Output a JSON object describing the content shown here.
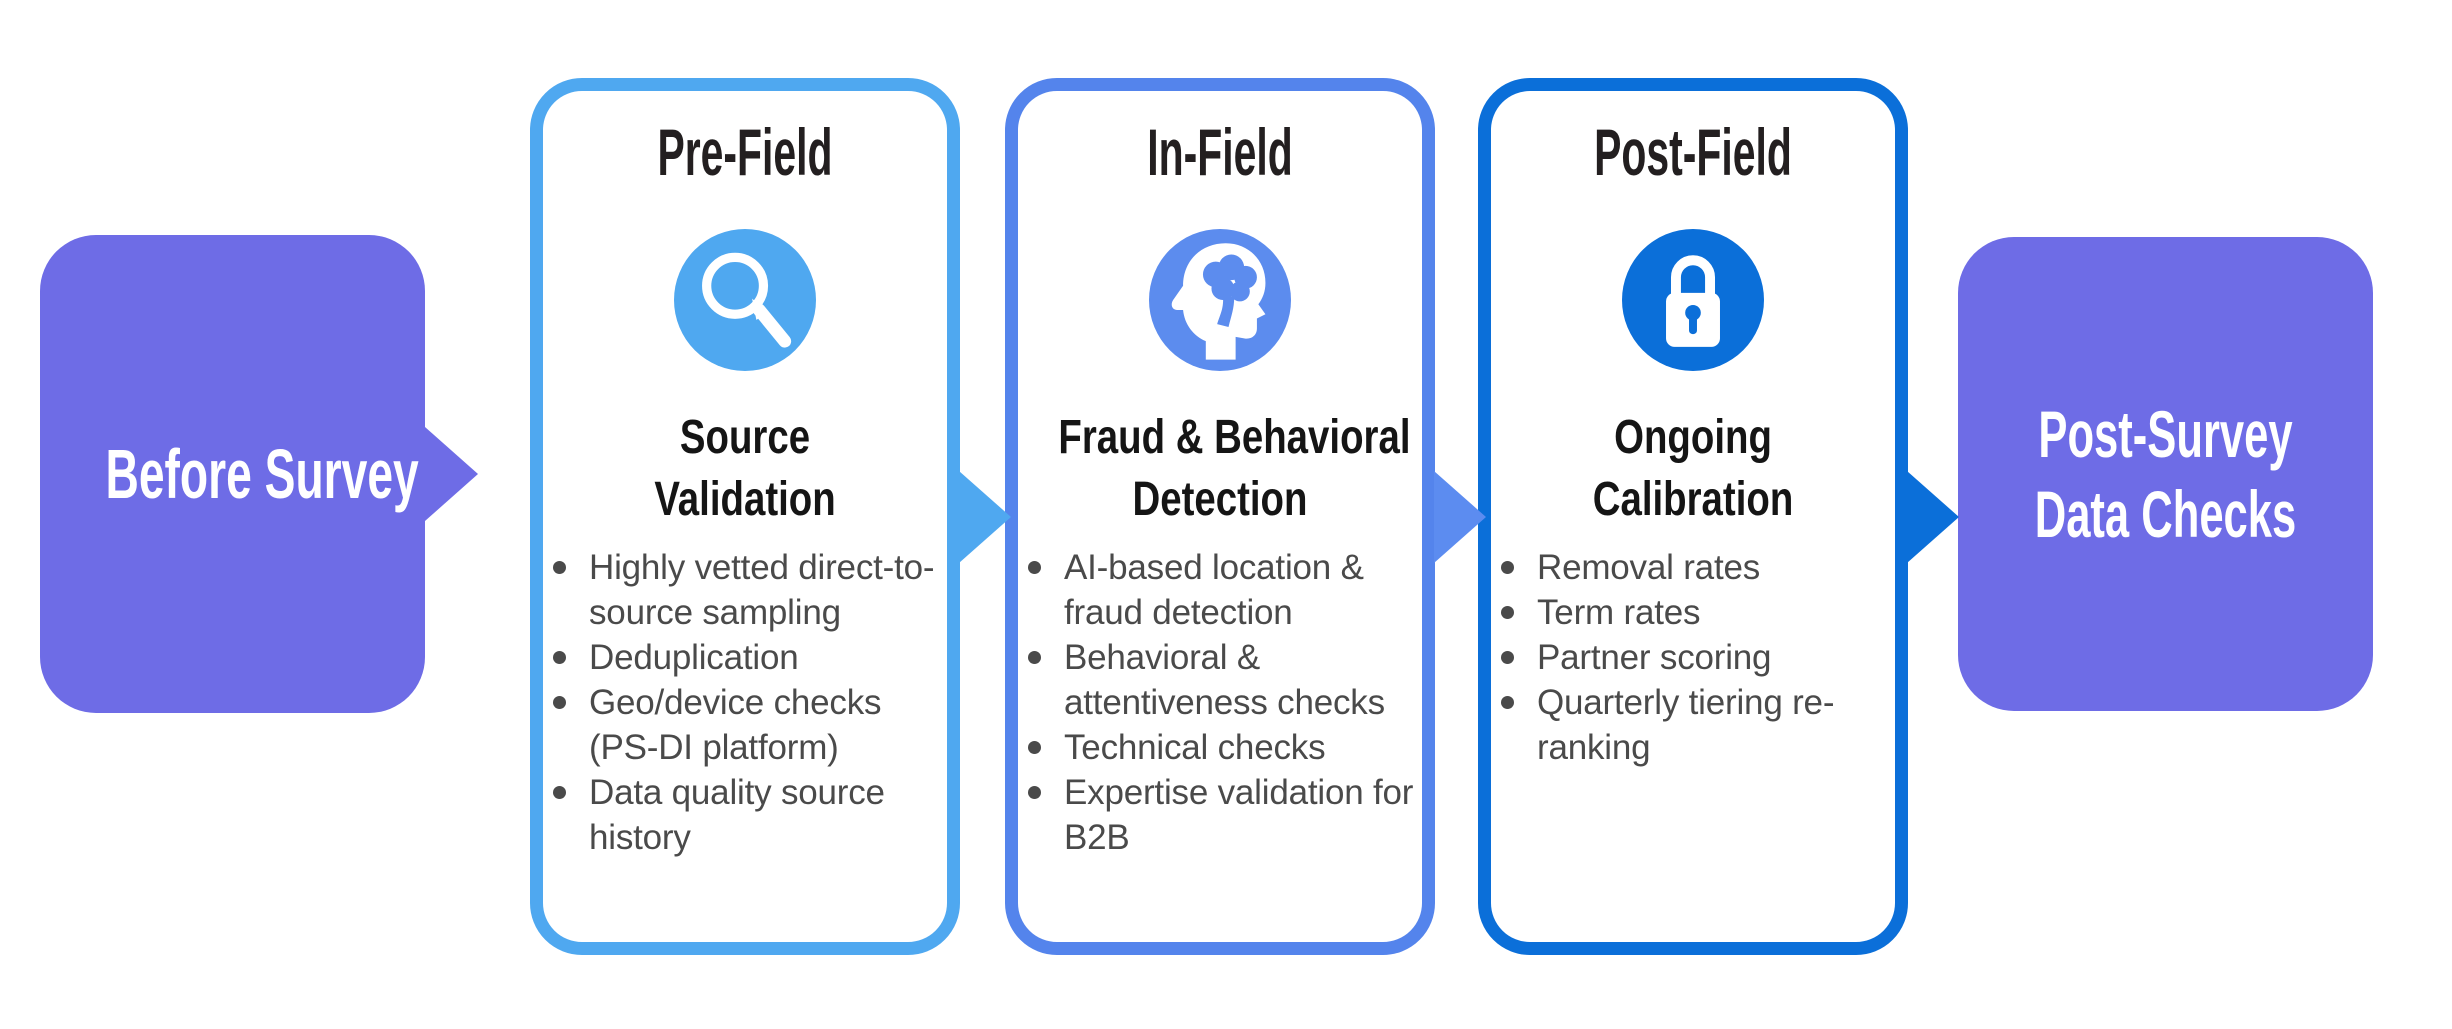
{
  "diagram": {
    "title_semantics": "survey data quality flow",
    "start_box": {
      "label": "Before Survey",
      "fill": "#6E6CE6",
      "text_color": "#FFFFFF"
    },
    "end_box": {
      "label_line1": "Post-Survey",
      "label_line2": "Data Checks",
      "fill": "#6E6CE6",
      "text_color": "#FFFFFF"
    },
    "stages": [
      {
        "title": "Pre-Field",
        "icon": "magnifier-icon",
        "accent": "#4FA8F0",
        "heading_lines": [
          "Source",
          "Validation"
        ],
        "bullets": [
          "Highly vetted direct-to-source sampling",
          "Deduplication",
          "Geo/device checks (PS-DI platform)",
          "Data quality source history"
        ]
      },
      {
        "title": "In-Field",
        "icon": "head-brain-icon",
        "accent": "#5484EC",
        "icon_fill": "#5C8CEE",
        "heading_lines": [
          "Fraud & Behavioral",
          "Detection"
        ],
        "bullets": [
          "AI-based location & fraud detection",
          "Behavioral & attentiveness checks",
          "Technical checks",
          "Expertise validation for B2B"
        ]
      },
      {
        "title": "Post-Field",
        "icon": "padlock-icon",
        "accent": "#0B6FD9",
        "heading_lines": [
          "Ongoing",
          "Calibration"
        ],
        "bullets": [
          "Removal rates",
          "Term rates",
          "Partner scoring",
          "Quarterly tiering re-ranking"
        ]
      }
    ],
    "text_colors": {
      "stage_title": "#231F20",
      "heading": "#151515",
      "bullet": "#4A4A4A"
    }
  }
}
